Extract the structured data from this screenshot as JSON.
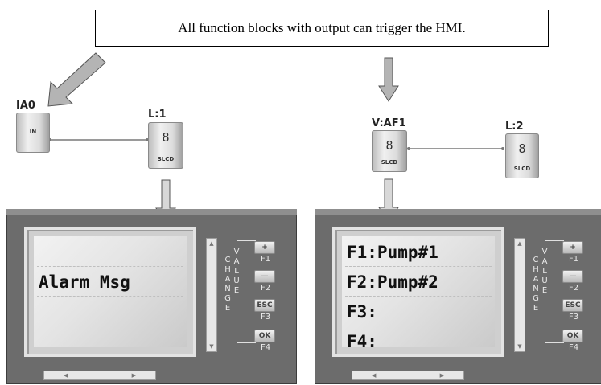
{
  "callout": {
    "text": "All function blocks with output can trigger the HMI."
  },
  "left_diagram": {
    "input_block": {
      "label": "IA0",
      "tag": "IN"
    },
    "lcd_block": {
      "label": "L:1",
      "symbol": "8",
      "tag": "SLCD"
    }
  },
  "right_diagram": {
    "af_block": {
      "label": "V:AF1",
      "symbol": "8",
      "tag": "SLCD"
    },
    "lcd_block": {
      "label": "L:2",
      "symbol": "8",
      "tag": "SLCD"
    }
  },
  "hmi_left": {
    "lines": [
      "",
      "Alarm Msg",
      "",
      ""
    ]
  },
  "hmi_right": {
    "lines": [
      "F1:Pump#1",
      "F2:Pump#2",
      "F3:",
      "F4:"
    ]
  },
  "hmi_controls": {
    "change_letters": [
      "C",
      "H",
      "A",
      "N",
      "G",
      "E"
    ],
    "value_letters": [
      "V",
      "A",
      "L",
      "U",
      "E"
    ],
    "buttons": [
      {
        "label": "+",
        "key": "F1"
      },
      {
        "label": "—",
        "key": "F2"
      },
      {
        "label": "ESC",
        "key": "F3"
      },
      {
        "label": "OK",
        "key": "F4"
      }
    ]
  },
  "colors": {
    "panel": "#6c6c6c",
    "screen": "#e6e6e6",
    "arrow": "#9a9a9a"
  }
}
